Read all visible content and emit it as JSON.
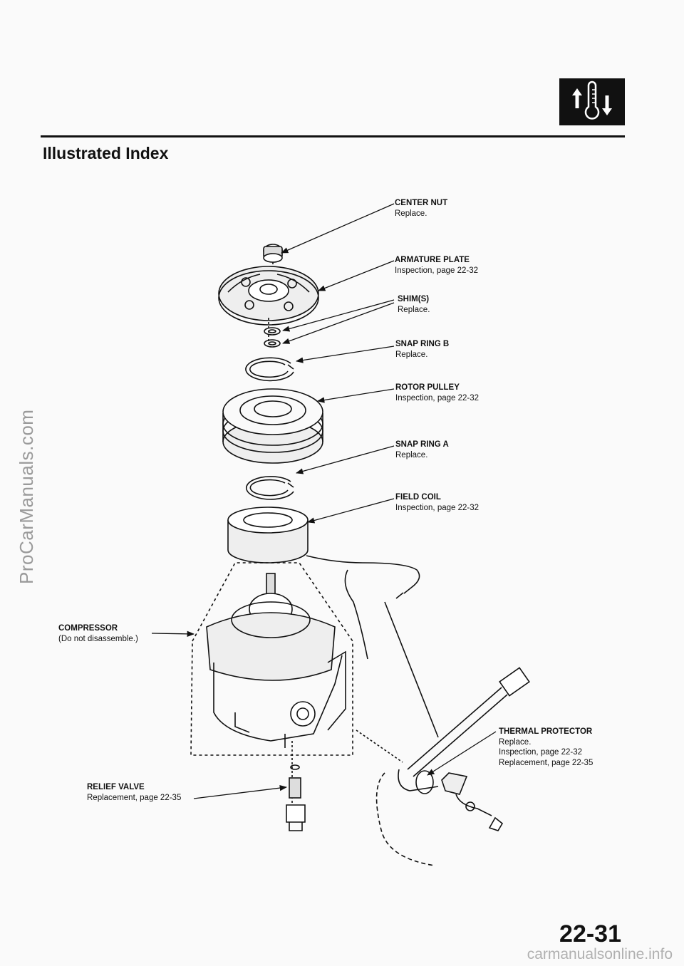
{
  "header": {
    "title": "Illustrated Index",
    "section_icon": "ac-heating-cooling-icon"
  },
  "callouts": {
    "center_nut": {
      "name": "CENTER NUT",
      "lines": [
        "Replace."
      ]
    },
    "armature_plate": {
      "name": "ARMATURE PLATE",
      "lines": [
        "Inspection, page 22-32"
      ]
    },
    "shims": {
      "name": "SHIM(S)",
      "lines": [
        "Replace."
      ]
    },
    "snap_ring_b": {
      "name": "SNAP RING B",
      "lines": [
        "Replace."
      ]
    },
    "rotor_pulley": {
      "name": "ROTOR PULLEY",
      "lines": [
        "Inspection, page 22-32"
      ]
    },
    "snap_ring_a": {
      "name": "SNAP RING A",
      "lines": [
        "Replace."
      ]
    },
    "field_coil": {
      "name": "FIELD COIL",
      "lines": [
        "Inspection, page 22-32"
      ]
    },
    "compressor": {
      "name": "COMPRESSOR",
      "lines": [
        "(Do not disassemble.)"
      ]
    },
    "thermal_protector": {
      "name": "THERMAL PROTECTOR",
      "lines": [
        "Replace.",
        "Inspection, page 22-32",
        "Replacement, page 22-35"
      ]
    },
    "relief_valve": {
      "name": "RELIEF VALVE",
      "lines": [
        "Replacement, page 22-35"
      ]
    }
  },
  "footer": {
    "page_number": "22-31"
  },
  "watermarks": {
    "side": "ProCarManuals.com",
    "bottom": "carmanualsonline.info"
  }
}
